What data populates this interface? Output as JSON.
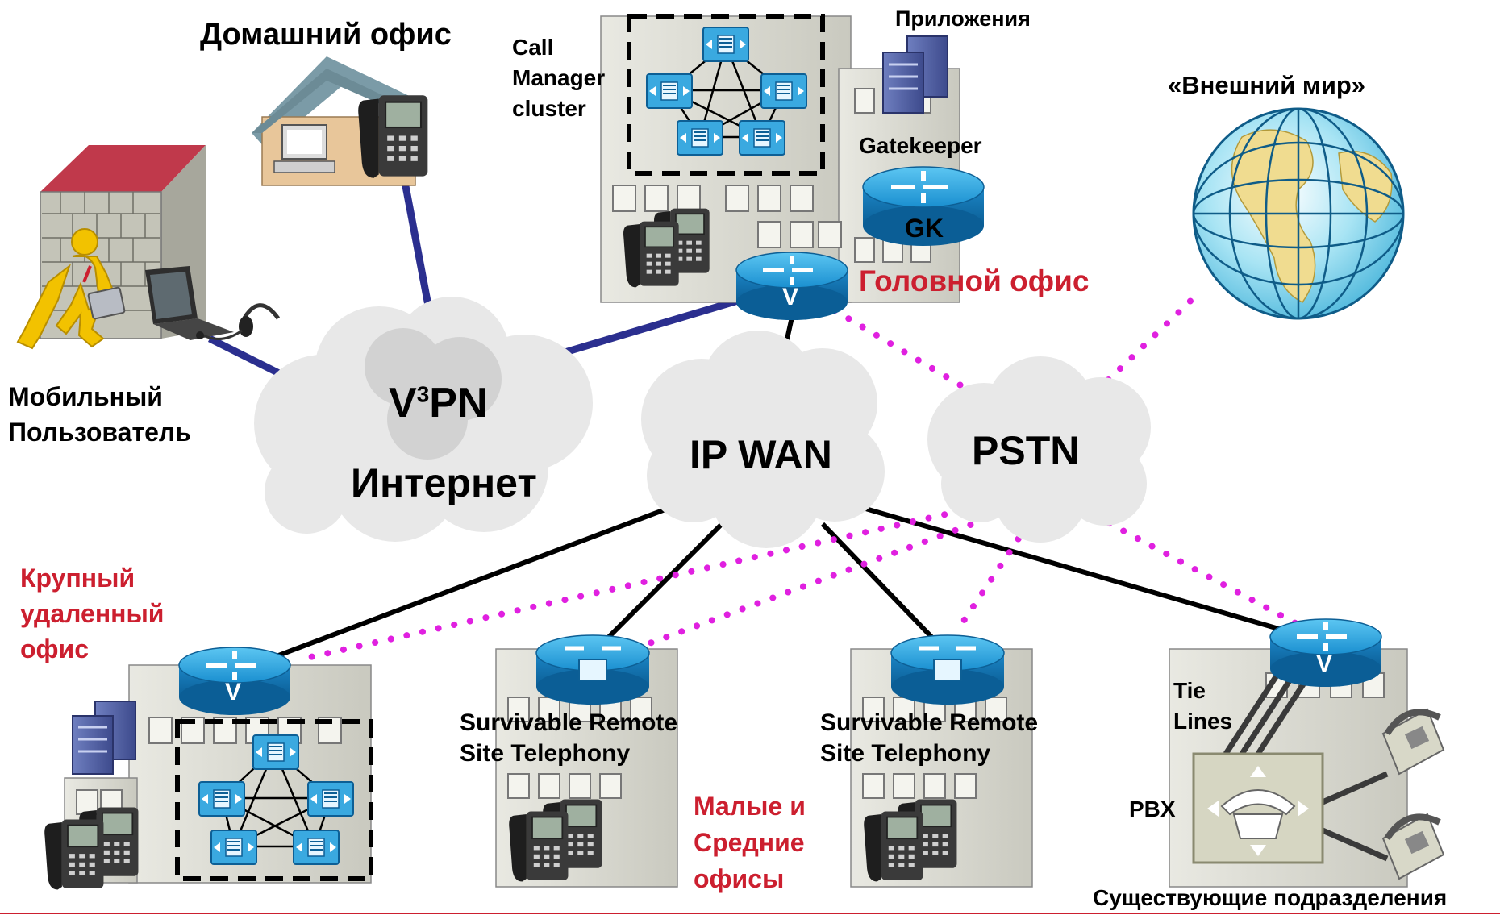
{
  "labels": {
    "home_office": "Домашний офис",
    "call_manager": "Call\nManager\ncluster",
    "applications": "Приложения",
    "gatekeeper": "Gatekeeper",
    "gk": "GK",
    "head_office": "Головной офис",
    "outer_world": "«Внешний мир»",
    "mobile_user": "Мобильный\nПользователь",
    "v3pn_v": "V",
    "v3pn_sup": "3",
    "v3pn_pn": "PN",
    "internet": "Интернет",
    "ip_wan": "IP WAN",
    "pstn": "PSTN",
    "large_remote": "Крупный\nудаленный\nофис",
    "srst_1": "Survivable Remote\nSite Telephony",
    "srst_2": "Survivable Remote\nSite Telephony",
    "small_medium": "Малые и\nСредние\nофисы",
    "tie_lines": "Tie\nLines",
    "pbx": "PBX",
    "existing_divisions": "Существующие подразделения",
    "router_v": "V"
  },
  "colors": {
    "accent_red": "#cc1f2f",
    "vpn_link": "#2b2f8f",
    "pstn_link": "#e020e0",
    "router_blue": "#1a8fd0",
    "cloud": "#e8e8e8"
  }
}
